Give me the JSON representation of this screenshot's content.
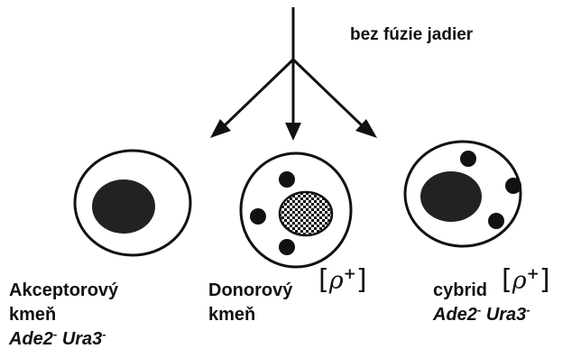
{
  "top_label": "bez fúzie jadier",
  "cells": [
    {
      "line1": "Akceptorový",
      "line2": "kmeň",
      "genotype": {
        "gene1": "Ade2",
        "gene2": "Ura3",
        "mark": "-"
      }
    },
    {
      "line1": "Donorový",
      "line2": "kmeň",
      "marker": {
        "open": "[",
        "symbol": "ρ",
        "sup": "+",
        "close": "]"
      }
    },
    {
      "line1": "cybrid",
      "marker": {
        "open": "[",
        "symbol": "ρ",
        "sup": "+",
        "close": "]"
      },
      "genotype": {
        "gene1": "Ade2",
        "gene2": "Ura3",
        "mark": "-"
      }
    }
  ],
  "colors": {
    "ink": "#111111",
    "background": "#ffffff"
  }
}
